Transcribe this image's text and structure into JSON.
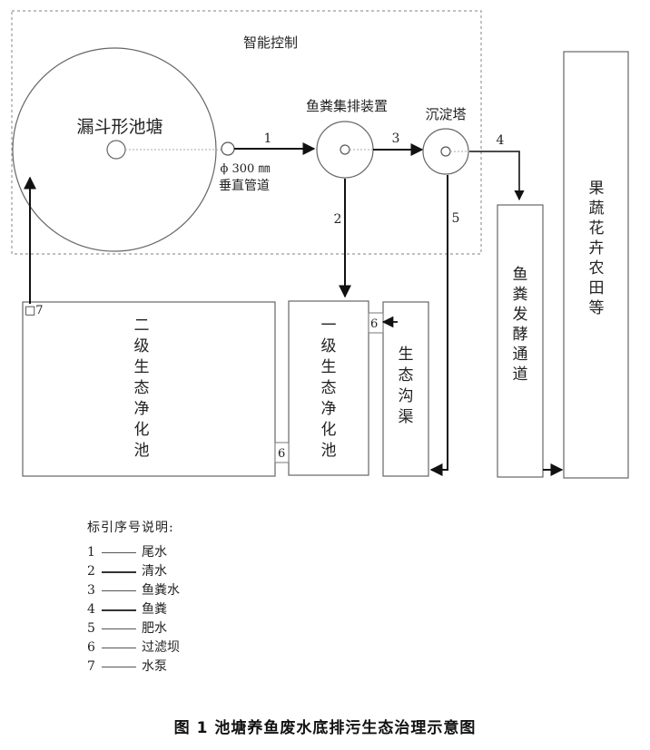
{
  "diagram": {
    "smart_control": "智能控制",
    "funnel_pond": "漏斗形池塘",
    "pipe_size": "ϕ 300 ㎜",
    "pipe_label": "垂直管道",
    "collector": "鱼粪集排装置",
    "tower": "沉淀塔",
    "fermentation": "鱼粪发酵通道",
    "farmland": "果蔬花卉农田等",
    "primary_pool": "一级生态净化池",
    "secondary_pool": "二级生态净化池",
    "eco_channel": "生态沟渠",
    "n1": "1",
    "n2": "2",
    "n3": "3",
    "n4": "4",
    "n5": "5",
    "n6a": "6",
    "n6b": "6",
    "n7": "□7"
  },
  "legend": {
    "title": "标引序号说明:",
    "items": [
      {
        "num": "1",
        "label": "尾水"
      },
      {
        "num": "2",
        "label": "清水"
      },
      {
        "num": "3",
        "label": "鱼粪水"
      },
      {
        "num": "4",
        "label": "鱼粪"
      },
      {
        "num": "5",
        "label": "肥水"
      },
      {
        "num": "6",
        "label": "过滤坝"
      },
      {
        "num": "7",
        "label": "水泵"
      }
    ]
  },
  "caption": "图 1   池塘养鱼废水底排污生态治理示意图"
}
